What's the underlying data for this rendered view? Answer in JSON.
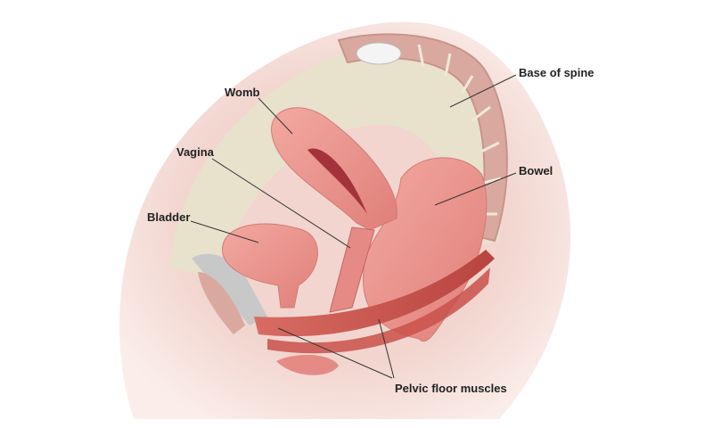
{
  "diagram": {
    "labels": {
      "womb": "Womb",
      "vagina": "Vagina",
      "bladder": "Bladder",
      "base_of_spine": "Base of spine",
      "bowel": "Bowel",
      "pelvic_floor_muscles": "Pelvic floor muscles"
    },
    "colors": {
      "skin": "#f3d9d3",
      "bone": "#e8e1cc",
      "organ": "#ea8f8a",
      "muscle": "#c9514a",
      "cartilage": "#c8c8c8"
    }
  }
}
